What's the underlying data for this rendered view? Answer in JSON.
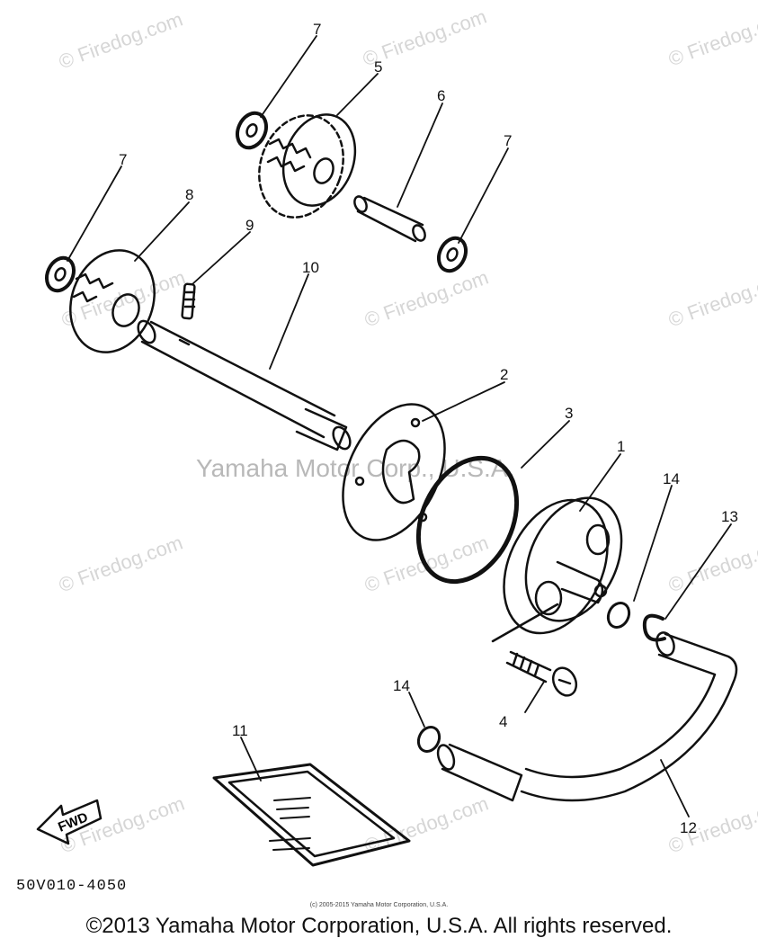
{
  "watermark": "© Firedog.com",
  "center_watermark": "Yamaha Motor Corp., U.S.A.",
  "diagram_code": "50V010-4050",
  "small_copyright": "(c) 2005-2015 Yamaha Motor Corporation, U.S.A.",
  "copyright": "©2013 Yamaha Motor Corporation, U.S.A. All rights reserved.",
  "fwd_label": "FWD",
  "callouts": {
    "c1": "1",
    "c2": "2",
    "c3": "3",
    "c4": "4",
    "c5": "5",
    "c6": "6",
    "c7a": "7",
    "c7b": "7",
    "c7c": "7",
    "c8": "8",
    "c9": "9",
    "c10": "10",
    "c11": "11",
    "c12": "12",
    "c13": "13",
    "c14a": "14",
    "c14b": "14"
  }
}
